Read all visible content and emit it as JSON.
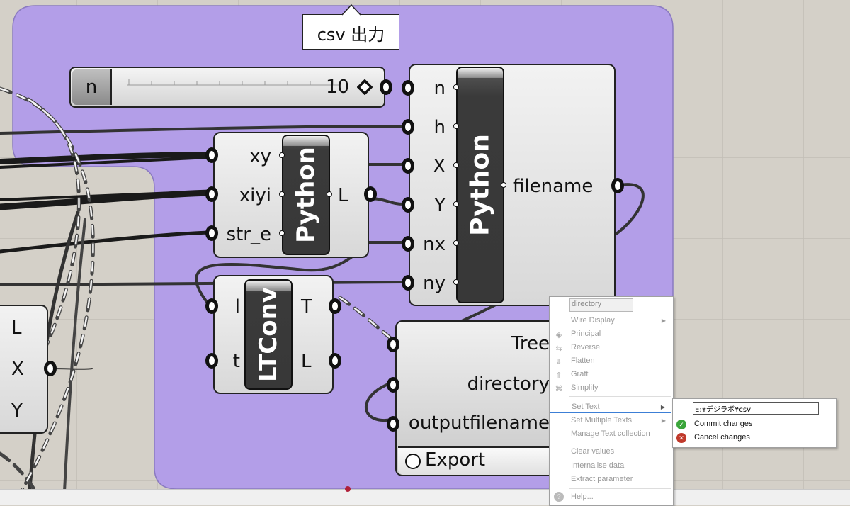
{
  "group": {
    "title": "csv 出力",
    "color": "#b39ee8"
  },
  "slider": {
    "name": "n",
    "value": "10"
  },
  "python_main": {
    "name": "Python",
    "inputs": [
      "n",
      "h",
      "X",
      "Y",
      "nx",
      "ny"
    ],
    "output": "filename"
  },
  "python_small": {
    "name": "Python",
    "inputs": [
      "xy",
      "xiyi",
      "str_e"
    ],
    "output": "L"
  },
  "ltconv": {
    "name": "LTConv",
    "inputs": [
      "l",
      "t"
    ],
    "outputs": [
      "T",
      "L"
    ]
  },
  "export": {
    "inputs": [
      "Tree",
      "directory",
      "outputfilename"
    ],
    "button": "Export"
  },
  "left_component": {
    "outputs": [
      "L",
      "X",
      "Y"
    ]
  },
  "context_menu": {
    "name_field": "directory",
    "items": [
      {
        "label": "Wire Display",
        "submenu": true
      },
      {
        "label": "Principal",
        "icon": "principal-icon"
      },
      {
        "label": "Reverse",
        "icon": "reverse-icon"
      },
      {
        "label": "Flatten",
        "icon": "flatten-icon"
      },
      {
        "label": "Graft",
        "icon": "graft-icon"
      },
      {
        "label": "Simplify",
        "icon": "simplify-icon"
      },
      {
        "label": "Set Text",
        "submenu": true,
        "highlighted": true
      },
      {
        "label": "Set Multiple Texts",
        "submenu": true
      },
      {
        "label": "Manage Text collection"
      },
      {
        "label": "Clear values"
      },
      {
        "label": "Internalise data"
      },
      {
        "label": "Extract parameter"
      },
      {
        "label": "Help...",
        "icon": "help-icon"
      }
    ]
  },
  "set_text_submenu": {
    "value": "E:¥デジラボ¥csv",
    "commit": "Commit changes",
    "cancel": "Cancel changes",
    "commit_color": "#3aa53a",
    "cancel_color": "#c0392b"
  }
}
